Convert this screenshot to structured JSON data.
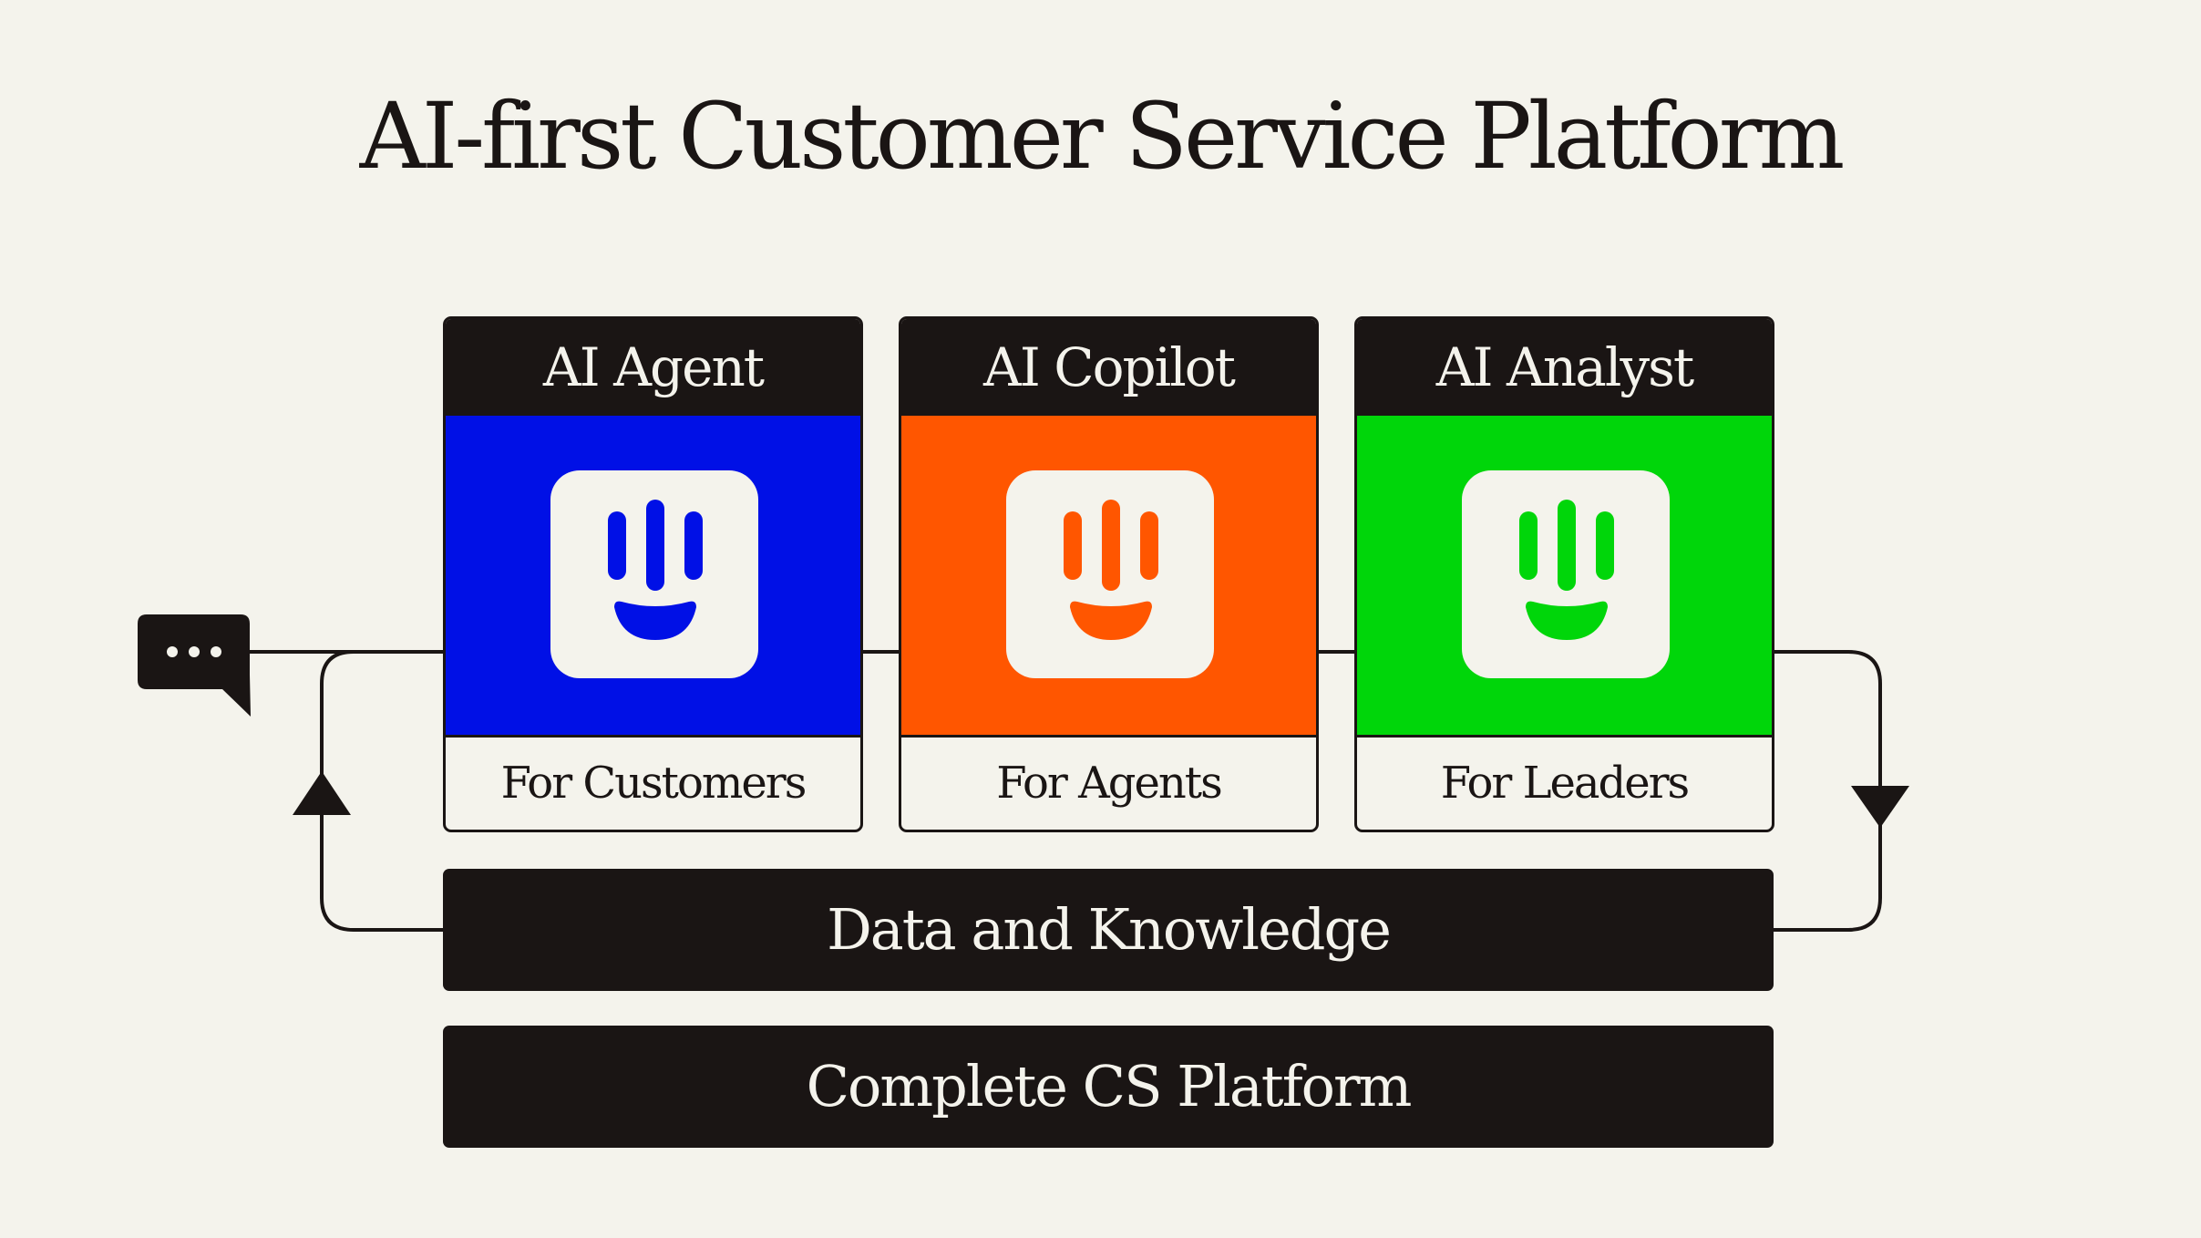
{
  "title": "AI-first Customer Service Platform",
  "cards": [
    {
      "header": "AI Agent",
      "footer": "For Customers",
      "color": "#0010e6",
      "icon": "fin-face-icon"
    },
    {
      "header": "AI Copilot",
      "footer": "For Agents",
      "color": "#ff5600",
      "icon": "fin-face-icon"
    },
    {
      "header": "AI Analyst",
      "footer": "For Leaders",
      "color": "#00d60a",
      "icon": "fin-face-icon"
    }
  ],
  "layers": {
    "data_knowledge": "Data and Knowledge",
    "platform": "Complete CS Platform"
  },
  "colors": {
    "ink": "#1a1514",
    "background": "#f4f3ec"
  },
  "icons": {
    "chat": "chat-bubble-icon",
    "arrow_up": "arrow-up-icon",
    "arrow_down": "arrow-down-icon"
  }
}
